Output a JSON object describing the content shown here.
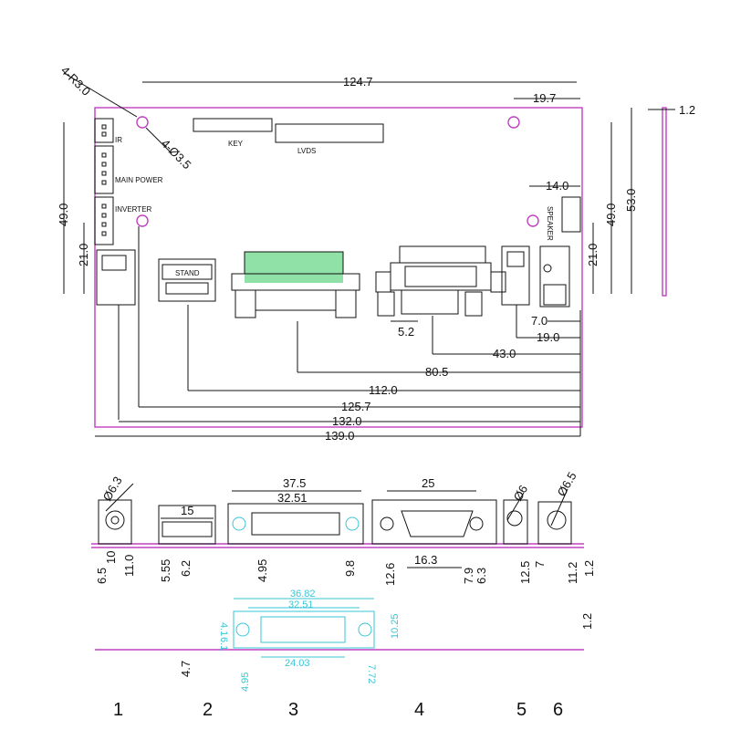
{
  "top_view": {
    "corner_labels": [
      "4-R3.0",
      "4-Ø3.5"
    ],
    "connectors": [
      "IR",
      "MAIN POWER",
      "INVERTER",
      "KEY",
      "LVDS",
      "SPEAKER",
      "STAND"
    ],
    "dims_h": [
      "124.7",
      "19.7",
      "14.0",
      "5.2",
      "7.0",
      "19.0",
      "43.0",
      "80.5",
      "112.0",
      "125.7",
      "132.0",
      "139.0"
    ],
    "dims_v": [
      "49.0",
      "21.0",
      "53.0",
      "49.0",
      "21.0"
    ],
    "thickness": "1.2"
  },
  "front_view": {
    "top_dims": [
      "Ø6.3",
      "15",
      "37.5",
      "32.51",
      "25",
      "Ø6",
      "Ø6.5"
    ],
    "bottom_dims": [
      "6.5",
      "10",
      "11.0",
      "5.55",
      "6.2",
      "4.95",
      "9.8",
      "12.6",
      "16.3",
      "7.9",
      "6.3",
      "12.5",
      "7",
      "11.2",
      "1.2"
    ]
  },
  "dvi_detail": {
    "dims": [
      "36.82",
      "32.51",
      "4.1",
      "6.1",
      "10.25",
      "24.03",
      "4.95",
      "7.72",
      "4.7",
      "1.2"
    ]
  },
  "index_labels": [
    "1",
    "2",
    "3",
    "4",
    "5",
    "6"
  ],
  "colors": {
    "board": "#c040c0",
    "detail": "#39c6d6",
    "line": "#111111",
    "dvi_pins": "#8fe1a8"
  }
}
